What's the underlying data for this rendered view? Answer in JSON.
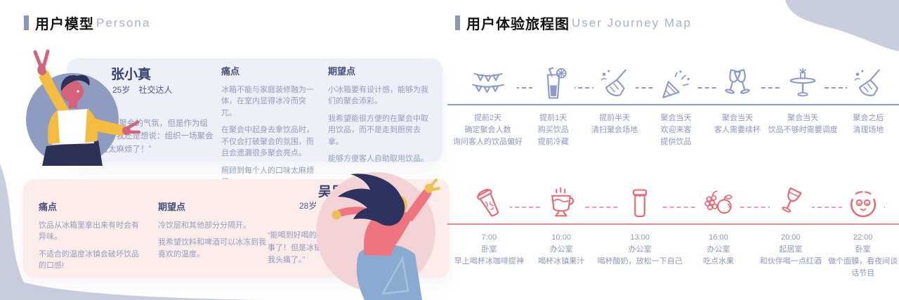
{
  "titles": {
    "persona_zh": "用户模型",
    "persona_en": "Persona",
    "journey_zh": "用户体验旅程图",
    "journey_en": "User Journey Map"
  },
  "personas": [
    {
      "name": "张小真",
      "meta": "25岁　社交达人",
      "quote": "“我享受聚会的气氛，但是作为组织者，我还是想说：组织一场聚会简直太麻烦了！”",
      "pain_title": "痛点",
      "pain": [
        "冰箱不能与家庭装修融为一体，在室内显得冰冷而突兀。",
        "在聚会中起身去拿饮品时，不仅会打破聚会的氛围，而且会遗漏很多聚会亮点。",
        "照顾到每个人的口味太麻烦了。"
      ],
      "expect_title": "期望点",
      "expect": [
        "小冰箱要有设计感，能够为我们的聚会添彩。",
        "我希望能很方便的在聚会中取用饮品，而不是走到厨房去拿。",
        "能够方便客人自助取用饮品。"
      ]
    },
    {
      "name": "吴思思",
      "meta": "28岁　冷饮发烧友",
      "quote": "“能喝到好喝的冷饮是最幸福的事了！但是冰镇饮品真的太令我头痛了。”",
      "pain_title": "痛点",
      "pain": [
        "饮品从冰箱里拿出来有时会有异味。",
        "不适合的温度冰镇会破坏饮品的口感!"
      ],
      "expect_title": "期望点",
      "expect": [
        "冷饮层和其他部分分隔开。",
        "我希望饮料和啤酒可以冰冻到我喜欢的温度。"
      ]
    }
  ],
  "journey": {
    "rows": [
      {
        "theme": "blue",
        "stages": [
          {
            "icon": "bunting-icon",
            "lines": [
              "提前2天",
              "确定聚会人数",
              "询问客人的饮品偏好"
            ]
          },
          {
            "icon": "iced-drink-icon",
            "lines": [
              "提前1天",
              "购买饮品",
              "提前冷藏"
            ]
          },
          {
            "icon": "broom-icon",
            "lines": [
              "提前半天",
              "清扫聚会场地"
            ]
          },
          {
            "icon": "party-popper-icon",
            "lines": [
              "聚会当天",
              "欢迎来客",
              "提供饮品"
            ]
          },
          {
            "icon": "cheers-glasses-icon",
            "lines": [
              "聚会当天",
              "客人需要续杯"
            ]
          },
          {
            "icon": "serving-table-icon",
            "lines": [
              "聚会当天",
              "饮品不够时需要调度"
            ]
          },
          {
            "icon": "broom-icon",
            "lines": [
              "聚会之后",
              "清理场地"
            ]
          }
        ]
      },
      {
        "theme": "pink",
        "stages": [
          {
            "icon": "coffee-cup-icon",
            "lines": [
              "7:00",
              "卧室",
              "早上喝杯冰咖啡提神"
            ]
          },
          {
            "icon": "juice-mug-icon",
            "lines": [
              "10:00",
              "办公室",
              "喝杯冰镇果汁"
            ]
          },
          {
            "icon": "yogurt-jar-icon",
            "lines": [
              "13:00",
              "办公室",
              "喝杯酸奶，放松一下自己"
            ]
          },
          {
            "icon": "fruit-icon",
            "lines": [
              "16:00",
              "办公室",
              "吃点水果"
            ]
          },
          {
            "icon": "wine-glass-icon",
            "lines": [
              "20:00",
              "起居室",
              "和伙伴喝一点红酒"
            ]
          },
          {
            "icon": "face-mask-icon",
            "lines": [
              "22:00",
              "卧室",
              "做个面膜，看夜间谈话节目"
            ]
          }
        ]
      }
    ]
  },
  "colors": {
    "blob": "#c9cede",
    "card_blue_bg": "#eef0f7",
    "card_pink_bg": "#fcedeb",
    "journey_blue": "#8a9aca",
    "journey_pink": "#f0616d",
    "heading_text": "#46517d",
    "body_text": "#949cc1",
    "title_en_text": "#a3b1d6"
  }
}
